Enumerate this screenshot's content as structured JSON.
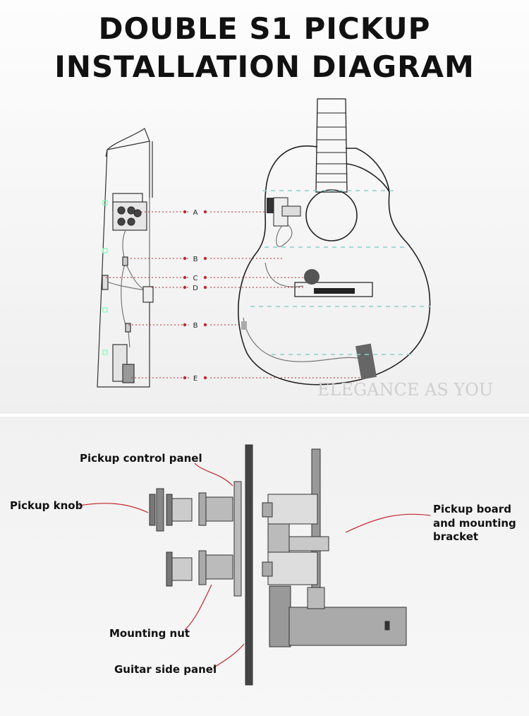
{
  "title": {
    "line1": "DOUBLE S1 PICKUP",
    "line2": "INSTALLATION DIAGRAM"
  },
  "markers": [
    "A",
    "B",
    "C",
    "D",
    "B",
    "E"
  ],
  "watermark": "ELEGANCE AS YOU",
  "callouts": {
    "control_panel": "Pickup control panel",
    "knob": "Pickup knob",
    "board_line1": "Pickup board",
    "board_line2": "and mounting",
    "board_line3": "bracket",
    "nut": "Mounting nut",
    "side_panel": "Guitar side panel"
  },
  "colors": {
    "marker_dot": "#c0272d",
    "leader_line": "#c0272d",
    "dashed_guide": "#8ccfd0",
    "outline": "#222222"
  }
}
